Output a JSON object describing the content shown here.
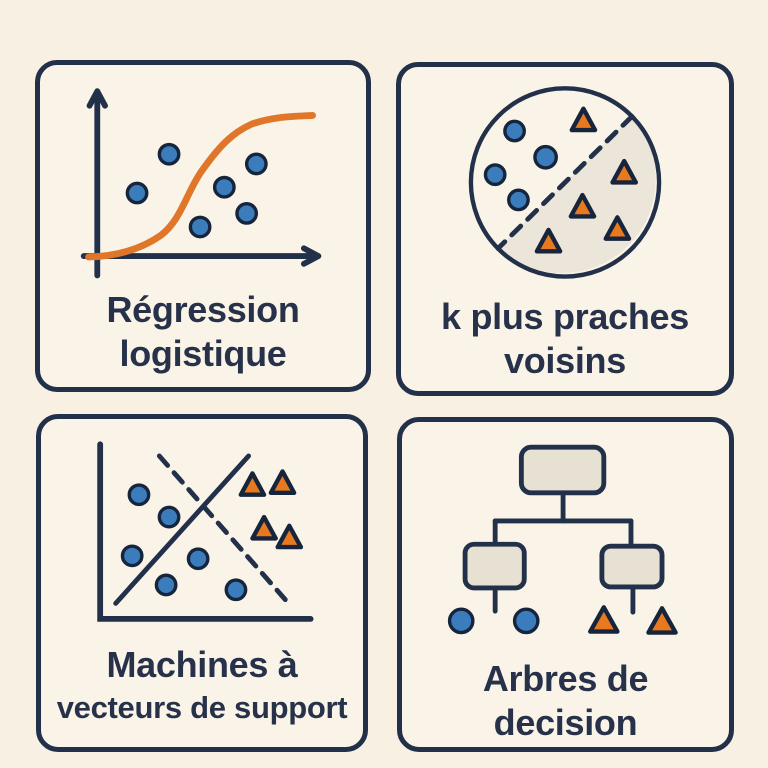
{
  "colors": {
    "background": "#f7f0e3",
    "panel_bg": "#faf4e8",
    "ink": "#22304a",
    "text": "#27324a",
    "blue": "#3b7dbc",
    "dot_ring": "#16243c",
    "orange": "#e8791f",
    "curve_orange": "#e0762a",
    "box_fill": "#e7e1d4",
    "segment_fill": "#ebe5da"
  },
  "panels": [
    {
      "id": "logistic-regression",
      "label_line1": "Régression",
      "label_line2": "logistique",
      "icon": "sigmoid-curve-with-scatter-dots"
    },
    {
      "id": "k-nearest-neighbors",
      "label_line1": "k plus praches",
      "label_line2": "voisins",
      "icon": "circle-split-by-dashed-line-dots-vs-triangles"
    },
    {
      "id": "support-vector-machines",
      "label_line1": "Machines à",
      "label_line2": "vecteurs de support",
      "icon": "scatter-with-solid-boundary-and-dashed-margin"
    },
    {
      "id": "decision-trees",
      "label_line1": "Arbres de",
      "label_line2": "decision",
      "icon": "tree-of-boxes-with-dot-and-triangle-leaves"
    }
  ]
}
